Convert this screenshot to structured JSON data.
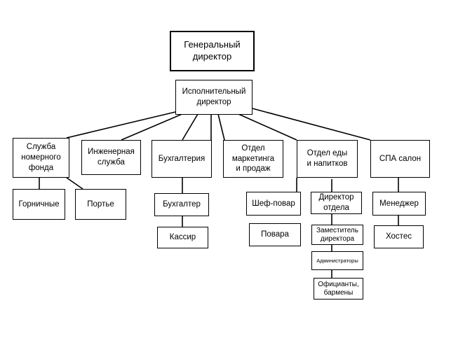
{
  "ceo": "Генеральный\nдиректор",
  "exec": "Исполнительный\nдиректор",
  "depts": {
    "housekeeping": "Служба\nномерного\nфонда",
    "engineering": "Инженерная\nслужба",
    "accounting": "Бухгалтерия",
    "marketing": "Отдел\nмаркетинга\nи продаж",
    "fnb": "Отдел еды\nи напитков",
    "spa": "СПА салон"
  },
  "staff": {
    "maids": "Горничные",
    "porter": "Портье",
    "accountant": "Бухгалтер",
    "cashier": "Кассир",
    "chef": "Шеф-повар",
    "cooks": "Повара",
    "fnb_director": "Директор\nотдела",
    "deputy": "Заместитель\nдиректора",
    "admins": "Администраторы",
    "waiters": "Официанты,\nбармены",
    "manager": "Менеджер",
    "hostess": "Хостес"
  }
}
